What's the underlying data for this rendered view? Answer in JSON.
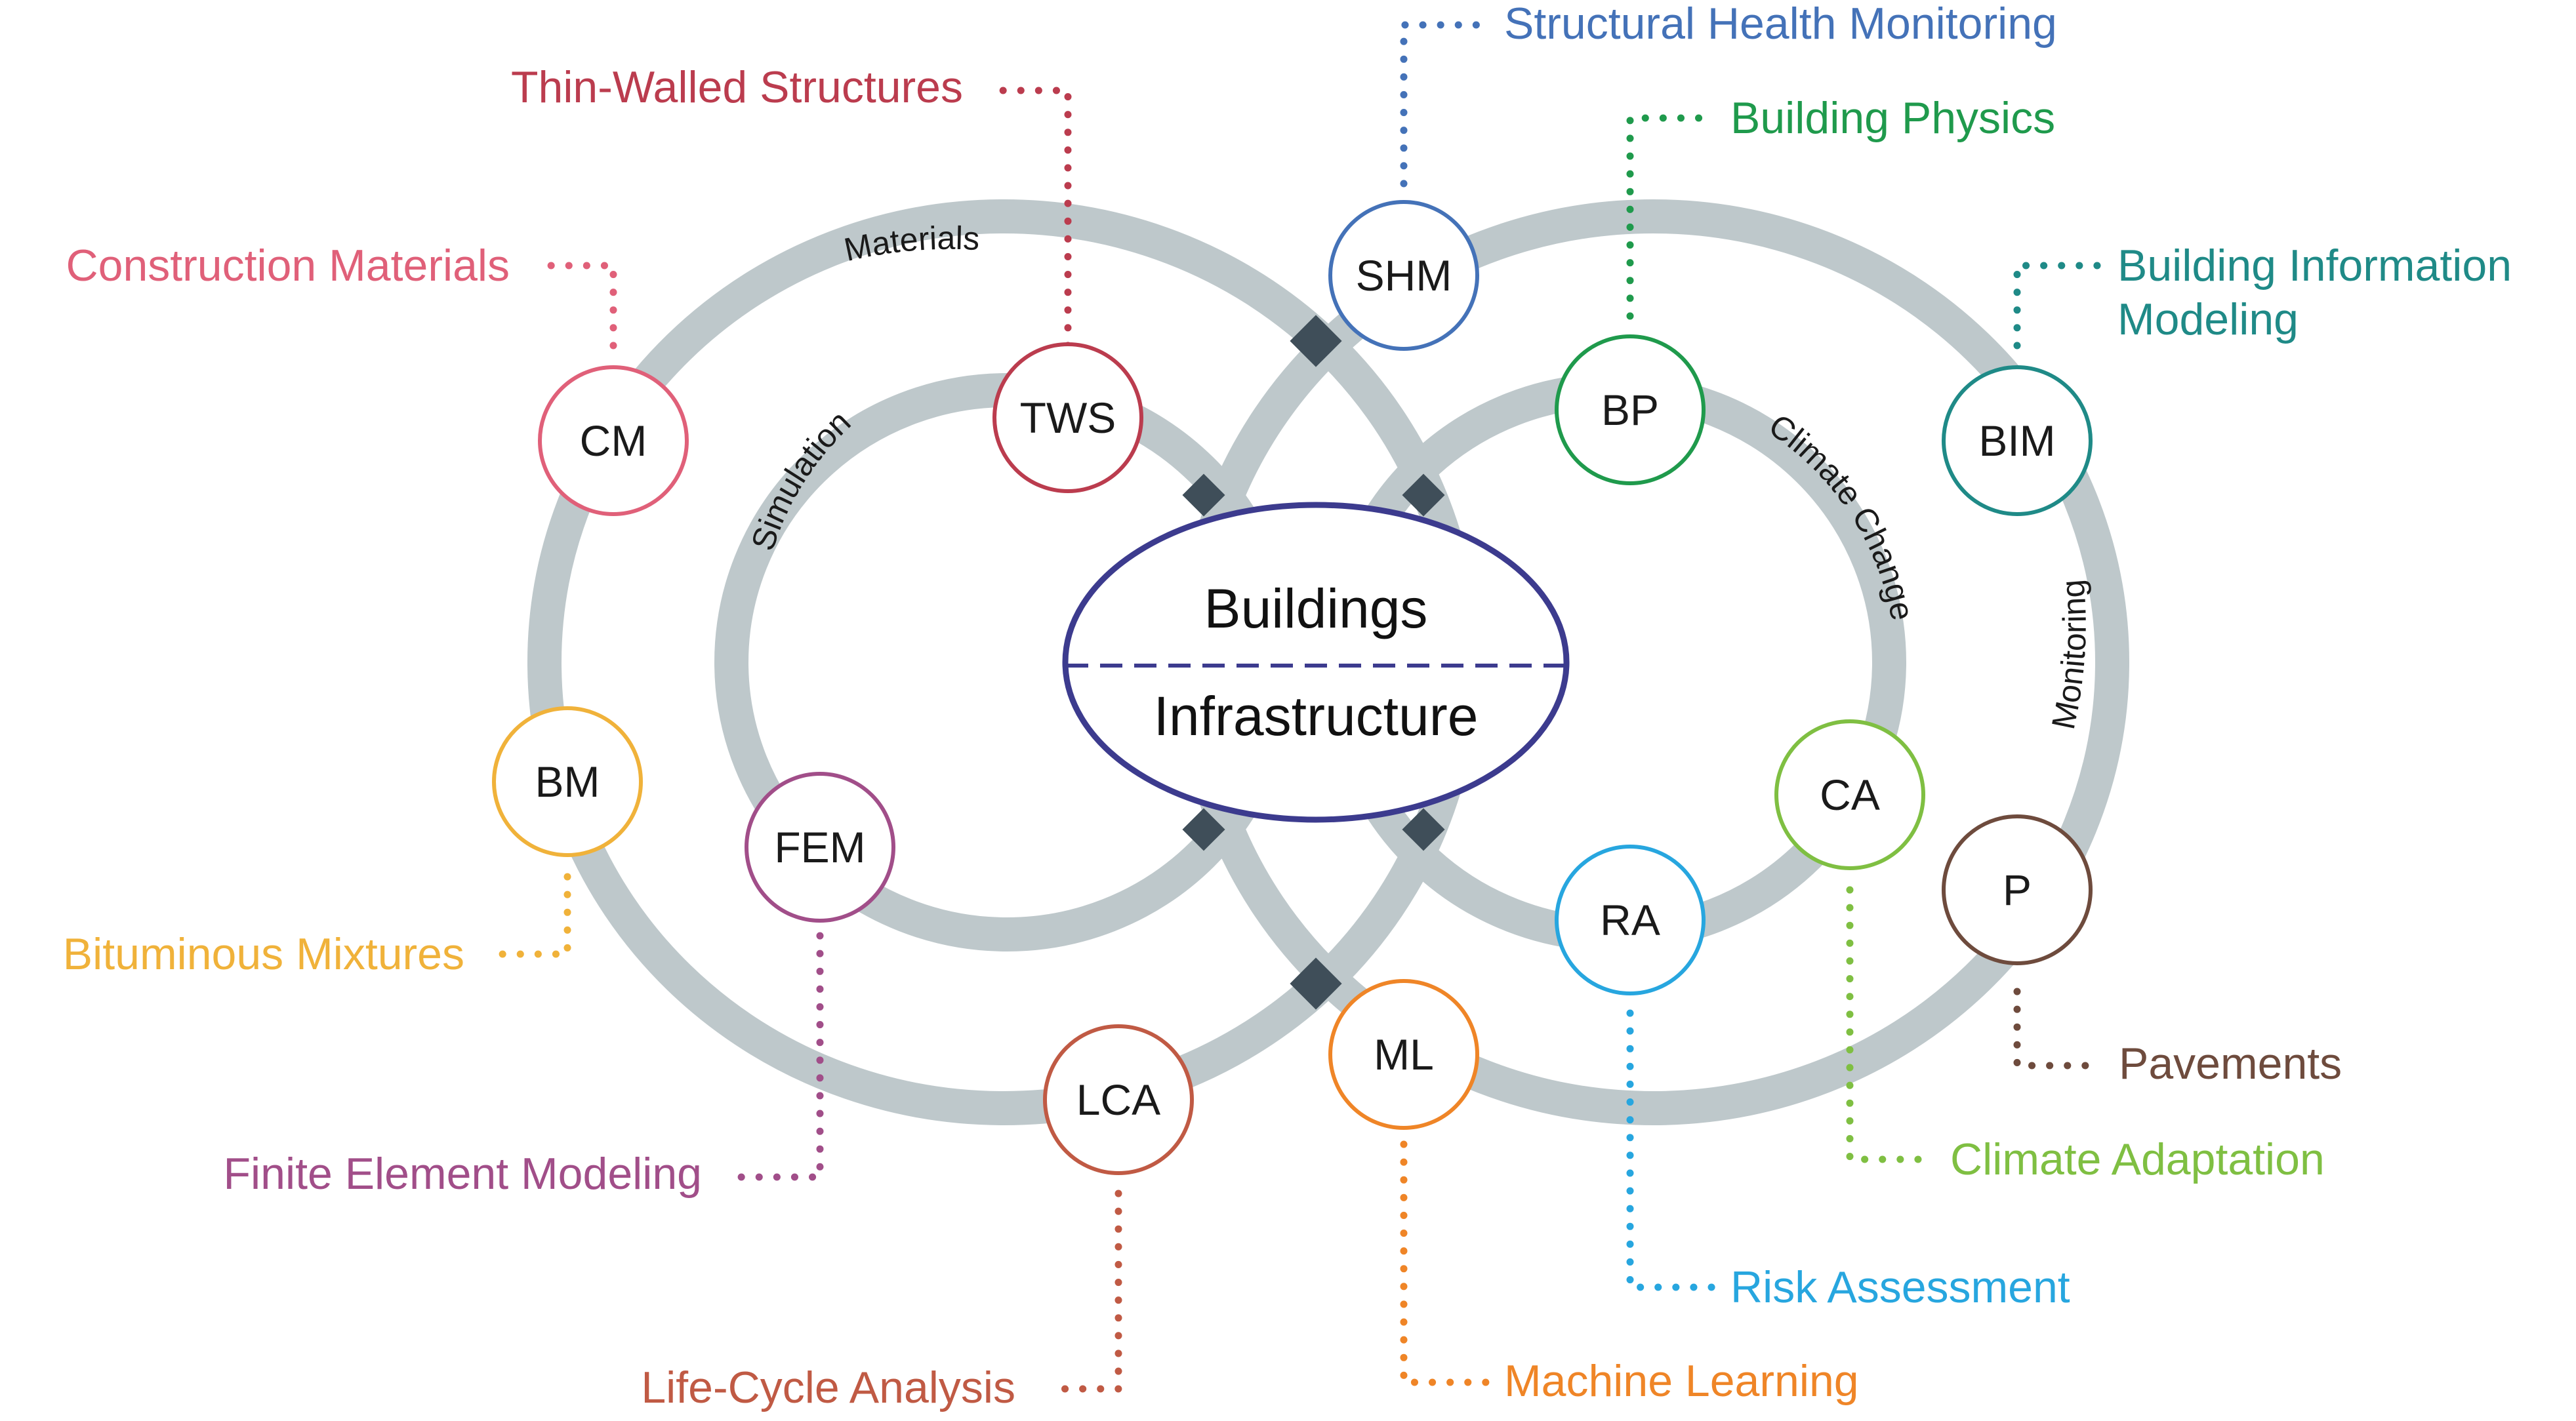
{
  "center": {
    "top": "Buildings",
    "bottom": "Infrastructure",
    "color": "#3c3b8e"
  },
  "ring_labels": {
    "materials": "Materials",
    "simulation": "Simulation",
    "climate": "Climate Change",
    "monitoring": "Monitoring"
  },
  "nodes": {
    "cm": {
      "abbr": "CM",
      "label": "Construction Materials",
      "color": "#e06079"
    },
    "tws": {
      "abbr": "TWS",
      "label": "Thin-Walled Structures",
      "color": "#bb3c4e"
    },
    "shm": {
      "abbr": "SHM",
      "label": "Structural Health Monitoring",
      "color": "#4472b8"
    },
    "bp": {
      "abbr": "BP",
      "label": "Building Physics",
      "color": "#1f9a4c"
    },
    "bim": {
      "abbr": "BIM",
      "label": "Building Information",
      "label2": "Modeling",
      "color": "#1f8a87"
    },
    "bm": {
      "abbr": "BM",
      "label": "Bituminous Mixtures",
      "color": "#f0b23a"
    },
    "fem": {
      "abbr": "FEM",
      "label": "Finite Element Modeling",
      "color": "#a14e89"
    },
    "lca": {
      "abbr": "LCA",
      "label": "Life-Cycle Analysis",
      "color": "#c05a44"
    },
    "ml": {
      "abbr": "ML",
      "label": "Machine Learning",
      "color": "#ef8527"
    },
    "ra": {
      "abbr": "RA",
      "label": "Risk Assessment",
      "color": "#27a6df"
    },
    "ca": {
      "abbr": "CA",
      "label": "Climate Adaptation",
      "color": "#7fbf42"
    },
    "p": {
      "abbr": "P",
      "label": "Pavements",
      "color": "#6e4b3d"
    }
  },
  "colors": {
    "ring": "#bec8cb",
    "crossing": "#3f4e59"
  }
}
